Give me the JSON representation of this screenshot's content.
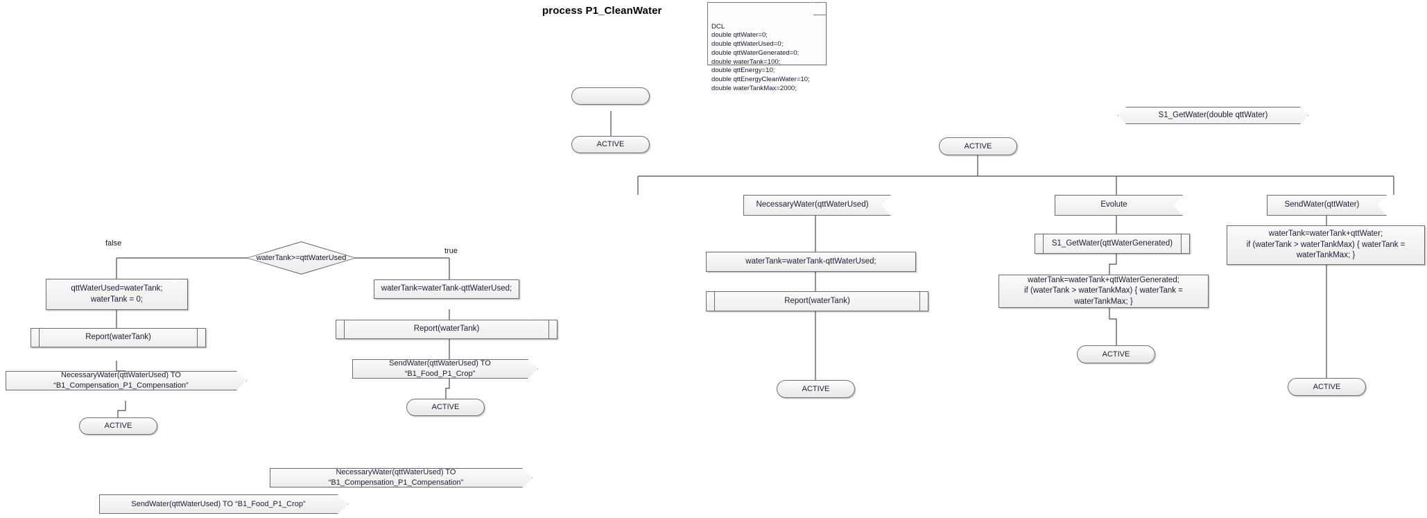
{
  "diagram": {
    "title": "process P1_CleanWater",
    "type": "sdl-process-diagram"
  },
  "declaration_note": {
    "name": "DCL",
    "text": "DCL\ndouble qttWater=0;\ndouble qttWaterUsed=0;\ndouble qttWaterGenerated=0;\ndouble waterTank=100;\ndouble qttEnergy=10;\ndouble qttEnergyCleanWater=10;\ndouble waterTankMax=2000;"
  },
  "signal_declarations": [
    {
      "label": "S1_GetWater(double qttWater)"
    }
  ],
  "start_branch": {
    "start_label": "",
    "state_label": "ACTIVE"
  },
  "left_branch": {
    "decision": "waterTank>=qttWaterUsed",
    "label_false": "false",
    "label_true": "true",
    "false_path": {
      "task": "qttWaterUsed=waterTank;\nwaterTank = 0;",
      "procedure": "Report(waterTank)",
      "output": "NecessaryWater(qttWaterUsed) TO “B1_Compensation_P1_Compensation”",
      "state": "ACTIVE"
    },
    "true_path": {
      "task": "waterTank=waterTank-qttWaterUsed;",
      "procedure": "Report(waterTank)",
      "output": "SendWater(qttWaterUsed) TO “B1_Food_P1_Crop”",
      "state": "ACTIVE"
    }
  },
  "floating_outputs": [
    {
      "label": "NecessaryWater(qttWaterUsed) TO “B1_Compensation_P1_Compensation”"
    },
    {
      "label": "SendWater(qttWaterUsed) TO “B1_Food_P1_Crop”"
    }
  ],
  "active_state": {
    "label": "ACTIVE"
  },
  "transitions": [
    {
      "input": "NecessaryWater(qttWaterUsed)",
      "task": "waterTank=waterTank-qttWaterUsed;",
      "procedure": "Report(waterTank)",
      "next_state": "ACTIVE"
    },
    {
      "input": "Evolute",
      "procedure": "S1_GetWater(qttWaterGenerated)",
      "task": "waterTank=waterTank+qttWaterGenerated;\nif (waterTank > waterTankMax) { waterTank = waterTankMax; }",
      "next_state": "ACTIVE"
    },
    {
      "input": "SendWater(qttWater)",
      "task": "waterTank=waterTank+qttWater;\nif (waterTank > waterTankMax) { waterTank = waterTankMax; }",
      "next_state": "ACTIVE"
    }
  ],
  "colors": {
    "stroke": "#6b6b6b",
    "fill_top": "#fbfbfb",
    "fill_bottom": "#ececec",
    "text": "#1c1c30",
    "connector": "#4a4a4a"
  }
}
